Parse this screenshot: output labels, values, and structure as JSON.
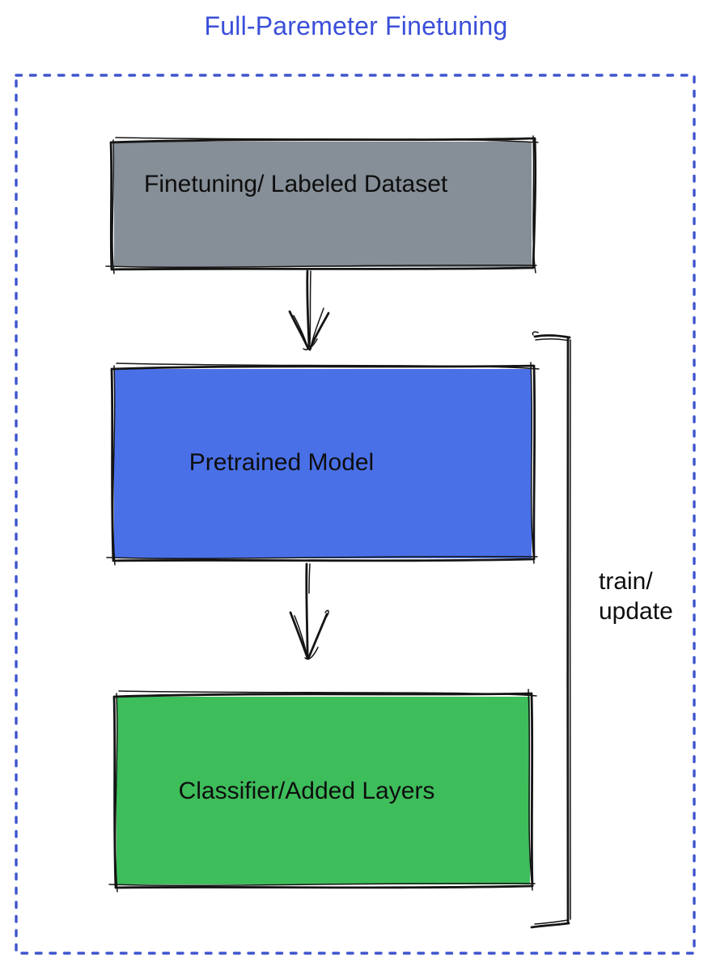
{
  "title": {
    "text": "Full-Paremeter Finetuning",
    "color": "#3a4fd9"
  },
  "frame": {
    "style": "dashed",
    "border_color": "#3f55cd"
  },
  "diagram": {
    "nodes": [
      {
        "id": "finetuning-dataset",
        "label": "Finetuning/ Labeled Dataset",
        "fill": "#868e97",
        "border": "#141414"
      },
      {
        "id": "pretrained-model",
        "label": "Pretrained Model",
        "fill": "#4a70e8",
        "border": "#141414"
      },
      {
        "id": "classifier-added-layers",
        "label": "Classifier/Added Layers",
        "fill": "#3ebd5b",
        "border": "#141414"
      }
    ],
    "edges": [
      {
        "from": "finetuning-dataset",
        "to": "pretrained-model",
        "style": "hand-drawn-down-arrow"
      },
      {
        "from": "pretrained-model",
        "to": "classifier-added-layers",
        "style": "hand-drawn-down-arrow"
      }
    ],
    "bracket": {
      "side": "right",
      "label_line1": "train/",
      "label_line2": "update"
    }
  }
}
